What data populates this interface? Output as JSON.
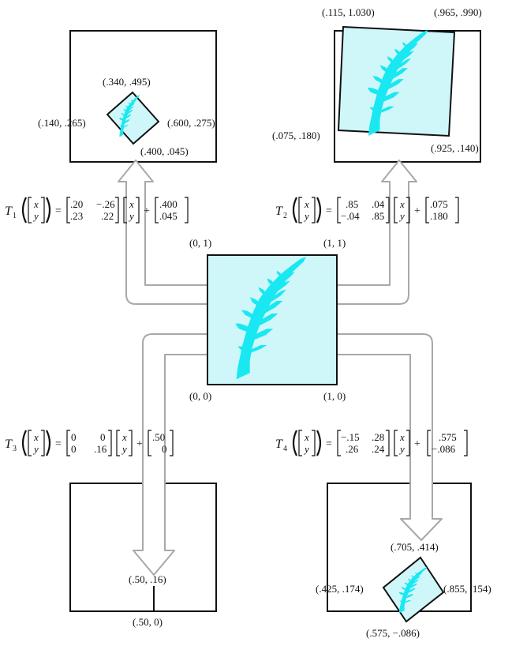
{
  "colors": {
    "fern": "#19e8f2",
    "tile": "#cff7fa",
    "frame": "#111111",
    "arrow_fill": "#ffffff",
    "arrow_stroke": "#a8a8a8"
  },
  "center_square": {
    "corners": {
      "top_left": "(0, 1)",
      "top_right": "(1, 1)",
      "bottom_left": "(0, 0)",
      "bottom_right": "(1, 0)"
    }
  },
  "t1": {
    "name": "T",
    "sub": "1",
    "vec_x": "x",
    "vec_y": "y",
    "m11": ".20",
    "m12": "−.26",
    "m21": ".23",
    "m22": ".22",
    "b1": ".400",
    "b2": ".045",
    "eq": "=",
    "plus": "+",
    "labels": {
      "top": "(.340, .495)",
      "left": "(.140, .265)",
      "right": "(.600, .275)",
      "bottom": "(.400, .045)"
    }
  },
  "t2": {
    "name": "T",
    "sub": "2",
    "vec_x": "x",
    "vec_y": "y",
    "m11": ".85",
    "m12": ".04",
    "m21": "−.04",
    "m22": ".85",
    "b1": ".075",
    "b2": ".180",
    "eq": "=",
    "plus": "+",
    "labels": {
      "top_left": "(.115, 1.030)",
      "top_right": "(.965, .990)",
      "bottom_left": "(.075, .180)",
      "bottom_right": "(.925, .140)"
    }
  },
  "t3": {
    "name": "T",
    "sub": "3",
    "vec_x": "x",
    "vec_y": "y",
    "m11": "0",
    "m12": "0",
    "m21": "0",
    "m22": ".16",
    "b1": ".50",
    "b2": "0",
    "eq": "=",
    "plus": "+",
    "labels": {
      "top": "(.50, .16)",
      "bottom": "(.50, 0)"
    }
  },
  "t4": {
    "name": "T",
    "sub": "4",
    "vec_x": "x",
    "vec_y": "y",
    "m11": "−.15",
    "m12": ".28",
    "m21": ".26",
    "m22": ".24",
    "b1": ".575",
    "b2": "−.086",
    "eq": "=",
    "plus": "+",
    "labels": {
      "top": "(.705, .414)",
      "left": "(.425, .174)",
      "right": "(.855, .154)",
      "bottom": "(.575, −.086)"
    }
  }
}
